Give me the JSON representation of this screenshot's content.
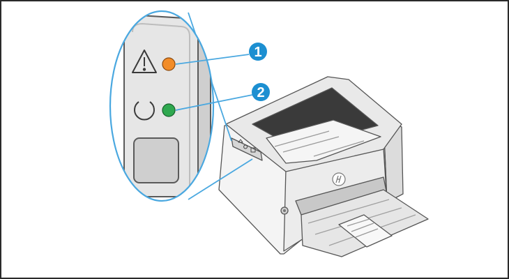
{
  "callouts": [
    {
      "number": "1",
      "indicator": "attention-light",
      "light_color": "#f28c28"
    },
    {
      "number": "2",
      "indicator": "ready-light",
      "light_color": "#2fa84f"
    }
  ],
  "colors": {
    "callout_fill": "#1c8fd1",
    "leader_line": "#4aa8e0",
    "zoom_ring": "#4aa8e0",
    "panel_face": "#e6e6e6",
    "printer_body": "#f2f2f2",
    "outline": "#555555",
    "frame": "#2a2a2a"
  },
  "icons": [
    "warning-triangle-icon",
    "ready-circle-icon",
    "hp-logo-icon"
  ]
}
